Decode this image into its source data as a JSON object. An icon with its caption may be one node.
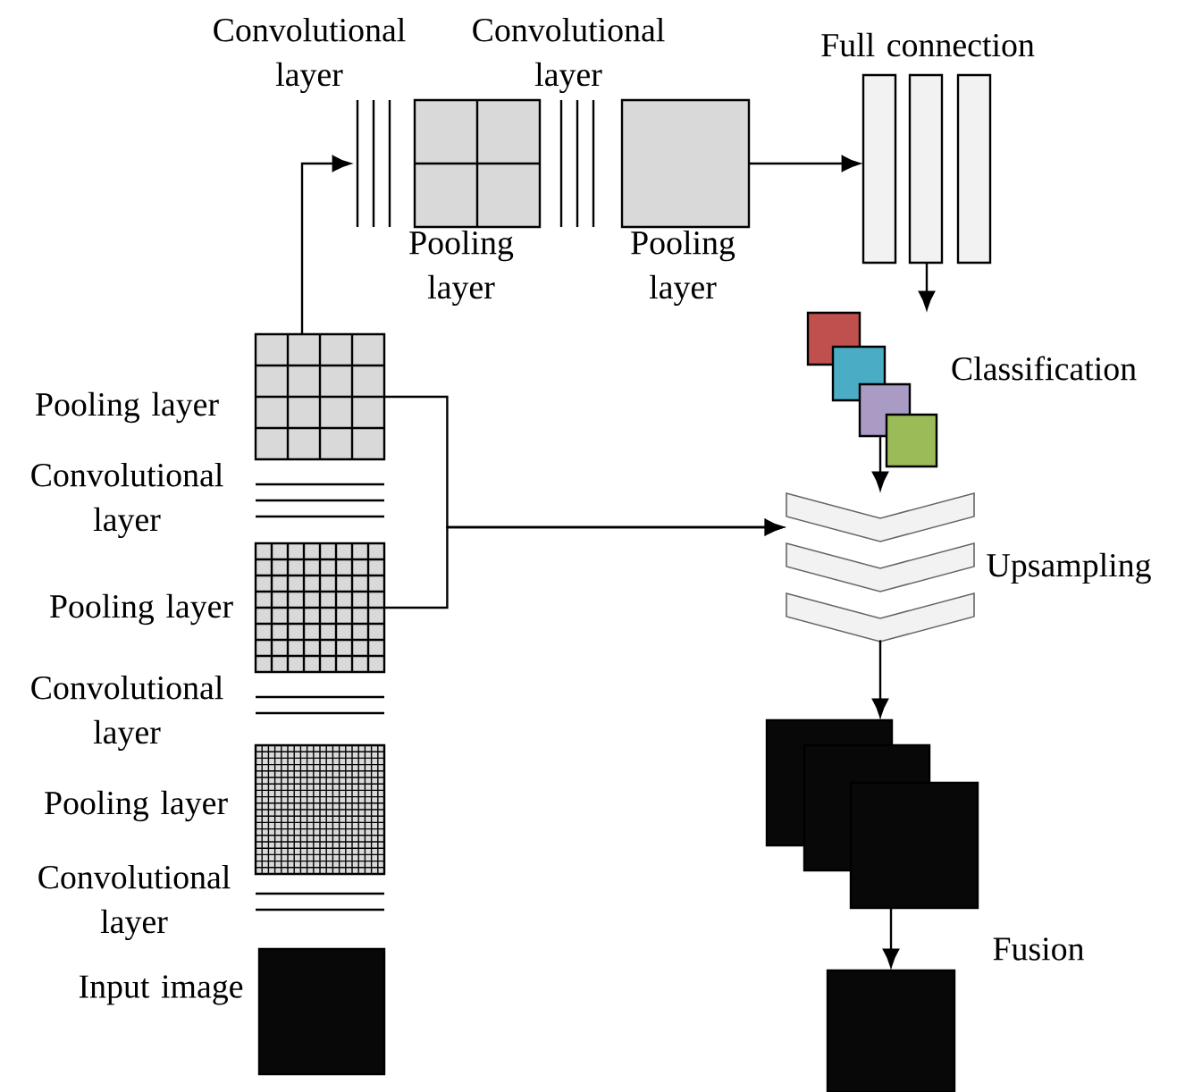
{
  "diagram": {
    "nodes": [
      {
        "text": [],
        "shape": "lines",
        "beside": [
          "Convolutional layer"
        ]
      },
      {
        "text": [],
        "shape": "grid",
        "beside": [
          "Pooling layer"
        ]
      },
      {
        "text": [],
        "shape": "lines",
        "beside": [
          "Convolutional layer"
        ]
      },
      {
        "text": [],
        "shape": "box",
        "beside": [
          "Pooling layer"
        ]
      },
      {
        "text": [],
        "shape": "bar",
        "beside": [
          "Full connection"
        ]
      },
      {
        "text": [],
        "shape": "box",
        "beside": [
          "Classification"
        ]
      },
      {
        "text": [],
        "shape": "chevron",
        "beside": [
          "Upsampling"
        ]
      },
      {
        "text": [],
        "shape": "box"
      },
      {
        "text": [],
        "shape": "box"
      },
      {
        "text": [],
        "shape": "grid",
        "beside": [
          "Pooling layer"
        ]
      },
      {
        "text": [],
        "shape": "lines",
        "beside": [
          "Convolutional layer"
        ]
      },
      {
        "text": [],
        "shape": "grid",
        "beside": [
          "Pooling layer"
        ]
      },
      {
        "text": [],
        "shape": "lines",
        "beside": [
          "Convolutional layer"
        ]
      },
      {
        "text": [],
        "shape": "grid",
        "beside": [
          "Pooling layer"
        ]
      },
      {
        "text": [],
        "shape": "lines",
        "beside": [
          "Convolutional layer"
        ]
      },
      {
        "text": [],
        "shape": "box",
        "beside": [
          "Input image"
        ]
      }
    ],
    "edges": [
      {
        "from": 9,
        "to": 0,
        "arrow": "to"
      },
      {
        "from": 9,
        "to": 6,
        "arrow": "to"
      },
      {
        "from": 11,
        "to": 6,
        "arrow": "to"
      },
      {
        "from": 3,
        "to": 4,
        "arrow": "to"
      },
      {
        "from": 4,
        "to": 5,
        "arrow": "to"
      },
      {
        "from": 5,
        "to": 6,
        "arrow": "to"
      },
      {
        "from": 6,
        "to": 7,
        "arrow": "to"
      },
      {
        "from": 7,
        "to": 8,
        "arrow": "to",
        "label": "Fusion"
      }
    ]
  }
}
